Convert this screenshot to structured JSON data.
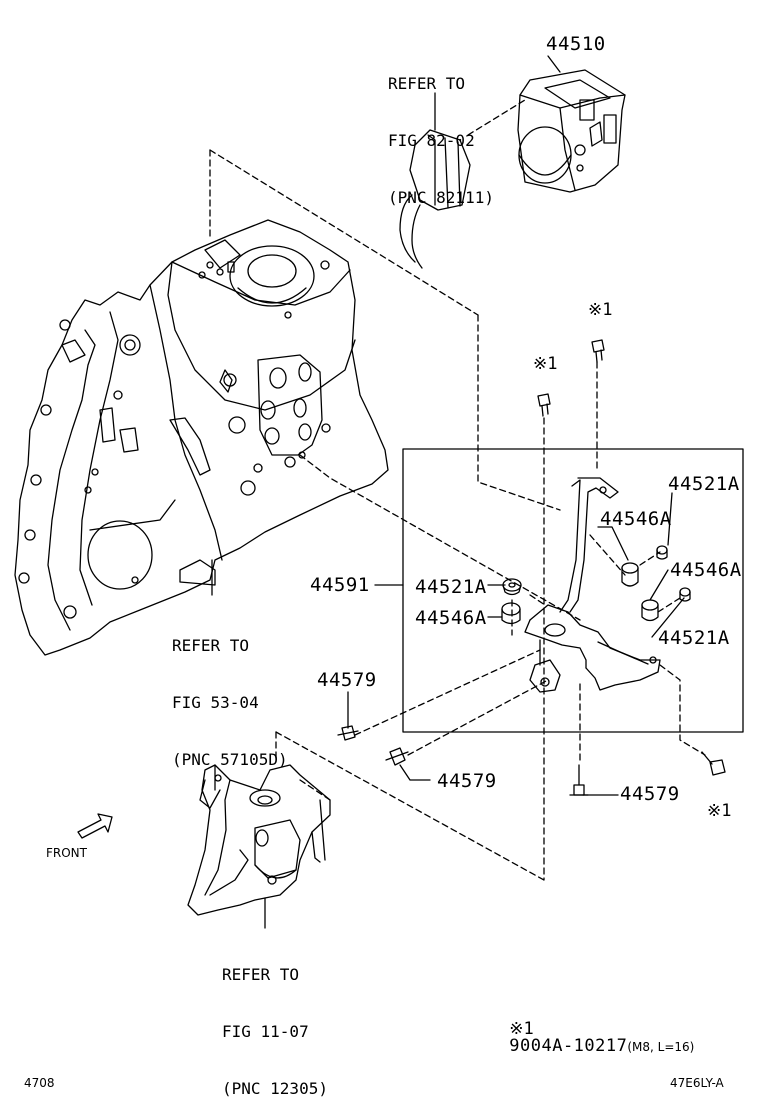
{
  "diagram": {
    "part_labels": {
      "p44510": "44510",
      "p44521a_1": "44521A",
      "p44546a_1": "44546A",
      "p44546a_2": "44546A",
      "p44591": "44591",
      "p44521a_2": "44521A",
      "p44546a_3": "44546A",
      "p44521a_3": "44521A",
      "p44579_1": "44579",
      "p44579_2": "44579",
      "p44579_3": "44579"
    },
    "refer_blocks": {
      "ref_82": [
        "REFER TO",
        "FIG 82-02",
        "(PNC 82111)"
      ],
      "ref_53": [
        "REFER TO",
        "FIG 53-04",
        "(PNC 57105D)"
      ],
      "ref_11": [
        "REFER TO",
        "FIG 11-07",
        "(PNC 12305)"
      ]
    },
    "star_marks": {
      "s1": "※1",
      "s2": "※1",
      "s3": "※1"
    },
    "front_label": "FRONT",
    "footnote": {
      "mark": "※1",
      "part": "9004A-10217",
      "spec": "(M8, L=16)"
    },
    "page_number": "4708",
    "drawing_code": "47E6LY-A"
  }
}
